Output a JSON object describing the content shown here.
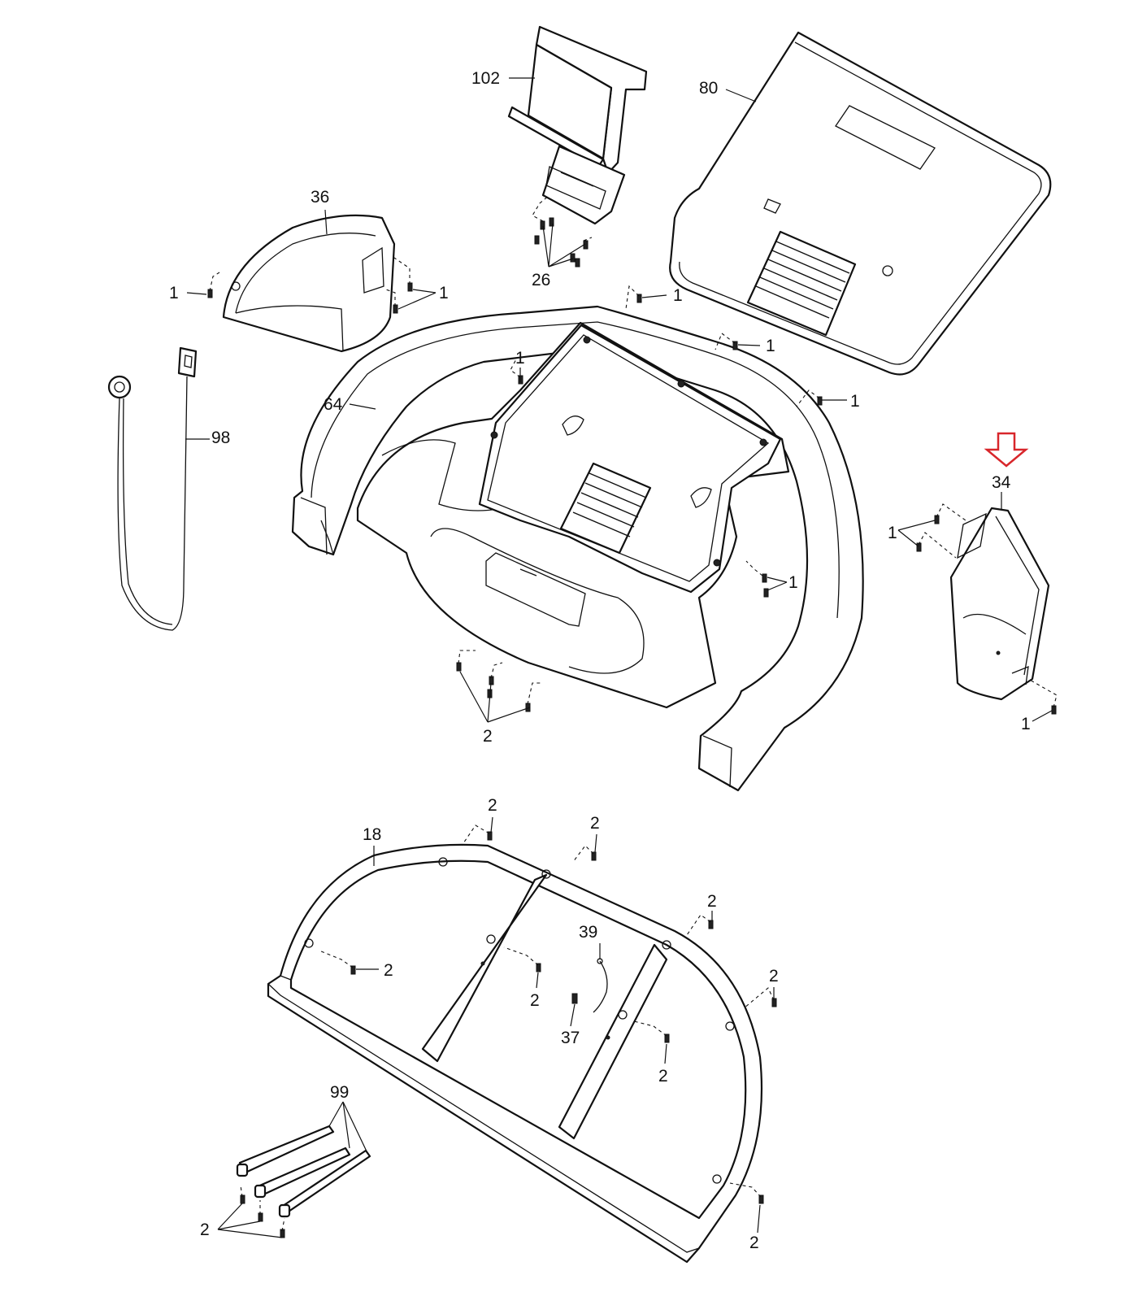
{
  "callouts": [
    {
      "id": "c102",
      "text": "102"
    },
    {
      "id": "c80",
      "text": "80"
    },
    {
      "id": "c36",
      "text": "36"
    },
    {
      "id": "c26",
      "text": "26"
    },
    {
      "id": "c1a",
      "text": "1"
    },
    {
      "id": "c1b",
      "text": "1"
    },
    {
      "id": "c1c",
      "text": "1"
    },
    {
      "id": "c1d",
      "text": "1"
    },
    {
      "id": "c1e",
      "text": "1"
    },
    {
      "id": "c1f",
      "text": "1"
    },
    {
      "id": "c98",
      "text": "98"
    },
    {
      "id": "c64",
      "text": "64"
    },
    {
      "id": "c34",
      "text": "34"
    },
    {
      "id": "c1g",
      "text": "1"
    },
    {
      "id": "c1h",
      "text": "1"
    },
    {
      "id": "c1i",
      "text": "1"
    },
    {
      "id": "c2a",
      "text": "2"
    },
    {
      "id": "c2b",
      "text": "2"
    },
    {
      "id": "c18",
      "text": "18"
    },
    {
      "id": "c2c",
      "text": "2"
    },
    {
      "id": "c2d",
      "text": "2"
    },
    {
      "id": "c39",
      "text": "39"
    },
    {
      "id": "c2e",
      "text": "2"
    },
    {
      "id": "c2f",
      "text": "2"
    },
    {
      "id": "c37",
      "text": "37"
    },
    {
      "id": "c2g",
      "text": "2"
    },
    {
      "id": "c99",
      "text": "99"
    },
    {
      "id": "c2h",
      "text": "2"
    },
    {
      "id": "c2i",
      "text": "2"
    }
  ],
  "highlight": {
    "part": "34",
    "arrow_color": "#d8262b"
  }
}
